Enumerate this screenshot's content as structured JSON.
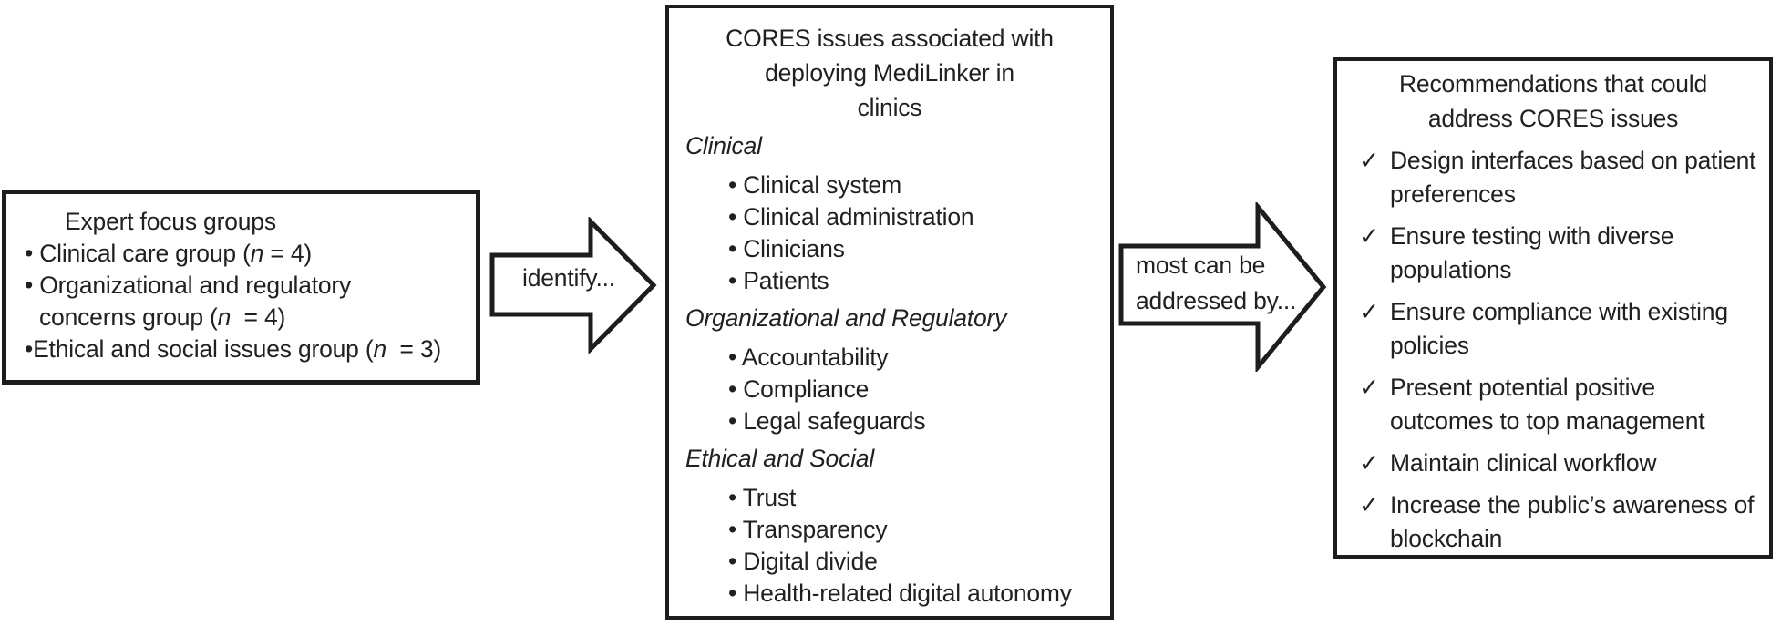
{
  "colors": {
    "text": "#231f20",
    "border": "#1d1d1b",
    "background": "#ffffff"
  },
  "glyphs": {
    "bullet_icon": "•",
    "check_icon": "✓",
    "arrow_icon": "right-block-arrow"
  },
  "left_box": {
    "title": "Expert focus groups",
    "items": [
      {
        "bullet": "• ",
        "lines": [
          [
            {
              "t": "Clinical care group ("
            },
            {
              "t": "n",
              "i": true
            },
            {
              "t": " = 4)"
            }
          ]
        ]
      },
      {
        "bullet": "• ",
        "lines": [
          [
            {
              "t": "Organizational and regulatory"
            }
          ],
          [
            {
              "t": "concerns group ("
            },
            {
              "t": "n",
              "i": true
            },
            {
              "t": "  = 4)"
            }
          ]
        ]
      },
      {
        "bullet": "•",
        "lines": [
          [
            {
              "t": "Ethical and social issues group ("
            },
            {
              "t": "n",
              "i": true
            },
            {
              "t": "  = 3)"
            }
          ]
        ]
      }
    ]
  },
  "arrow1": {
    "label": "identify..."
  },
  "middle_box": {
    "title_lines": [
      "CORES issues associated with",
      "deploying MediLinker in",
      "clinics"
    ],
    "sections": [
      {
        "heading": "Clinical",
        "items": [
          "Clinical system",
          "Clinical administration",
          "Clinicians",
          "Patients"
        ]
      },
      {
        "heading": "Organizational and Regulatory",
        "items": [
          "Accountability",
          "Compliance",
          "Legal safeguards"
        ]
      },
      {
        "heading": "Ethical and Social",
        "items": [
          "Trust",
          "Transparency",
          "Digital divide",
          "Health-related digital autonomy"
        ]
      }
    ]
  },
  "arrow2": {
    "label_lines": [
      "most can be",
      "addressed by..."
    ]
  },
  "right_box": {
    "title_lines": [
      "Recommendations that could",
      "address CORES issues"
    ],
    "items": [
      [
        "Design interfaces based on patient",
        "preferences"
      ],
      [
        "Ensure testing with diverse",
        "populations"
      ],
      [
        "Ensure compliance with existing",
        "policies"
      ],
      [
        "Present potential positive",
        "outcomes to top management"
      ],
      [
        "Maintain clinical workflow"
      ],
      [
        "Increase the public’s awareness of",
        "blockchain"
      ]
    ]
  }
}
